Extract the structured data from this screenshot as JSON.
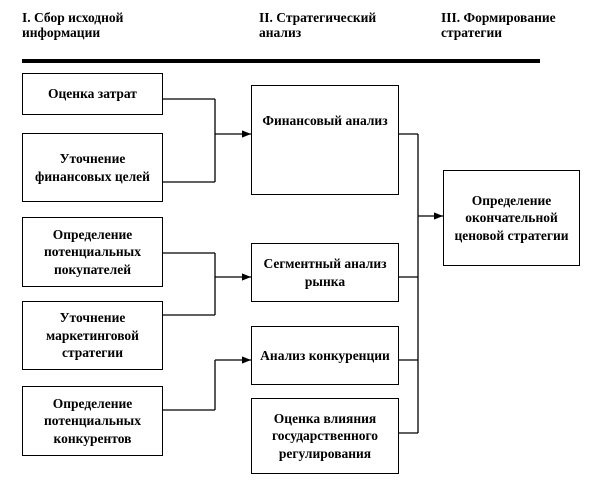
{
  "phases": [
    {
      "title": "I. Сбор исходной информации"
    },
    {
      "title": "II. Стратегический анализ"
    },
    {
      "title": "III. Формирование стратегии"
    }
  ],
  "column1": [
    {
      "label": "Оценка затрат"
    },
    {
      "label": "Уточнение финансовых целей"
    },
    {
      "label": "Определение потенциальных покупателей"
    },
    {
      "label": "Уточнение маркетинговой стратегии"
    },
    {
      "label": "Определение потенциальных конкурентов"
    }
  ],
  "column2": [
    {
      "label": "Финансовый анализ"
    },
    {
      "label": "Сегментный анализ рынка"
    },
    {
      "label": "Анализ конкуренции"
    },
    {
      "label": "Оценка влияния государственного регулирования"
    }
  ],
  "column3": [
    {
      "label": "Определение окончательной ценовой стратегии"
    }
  ]
}
